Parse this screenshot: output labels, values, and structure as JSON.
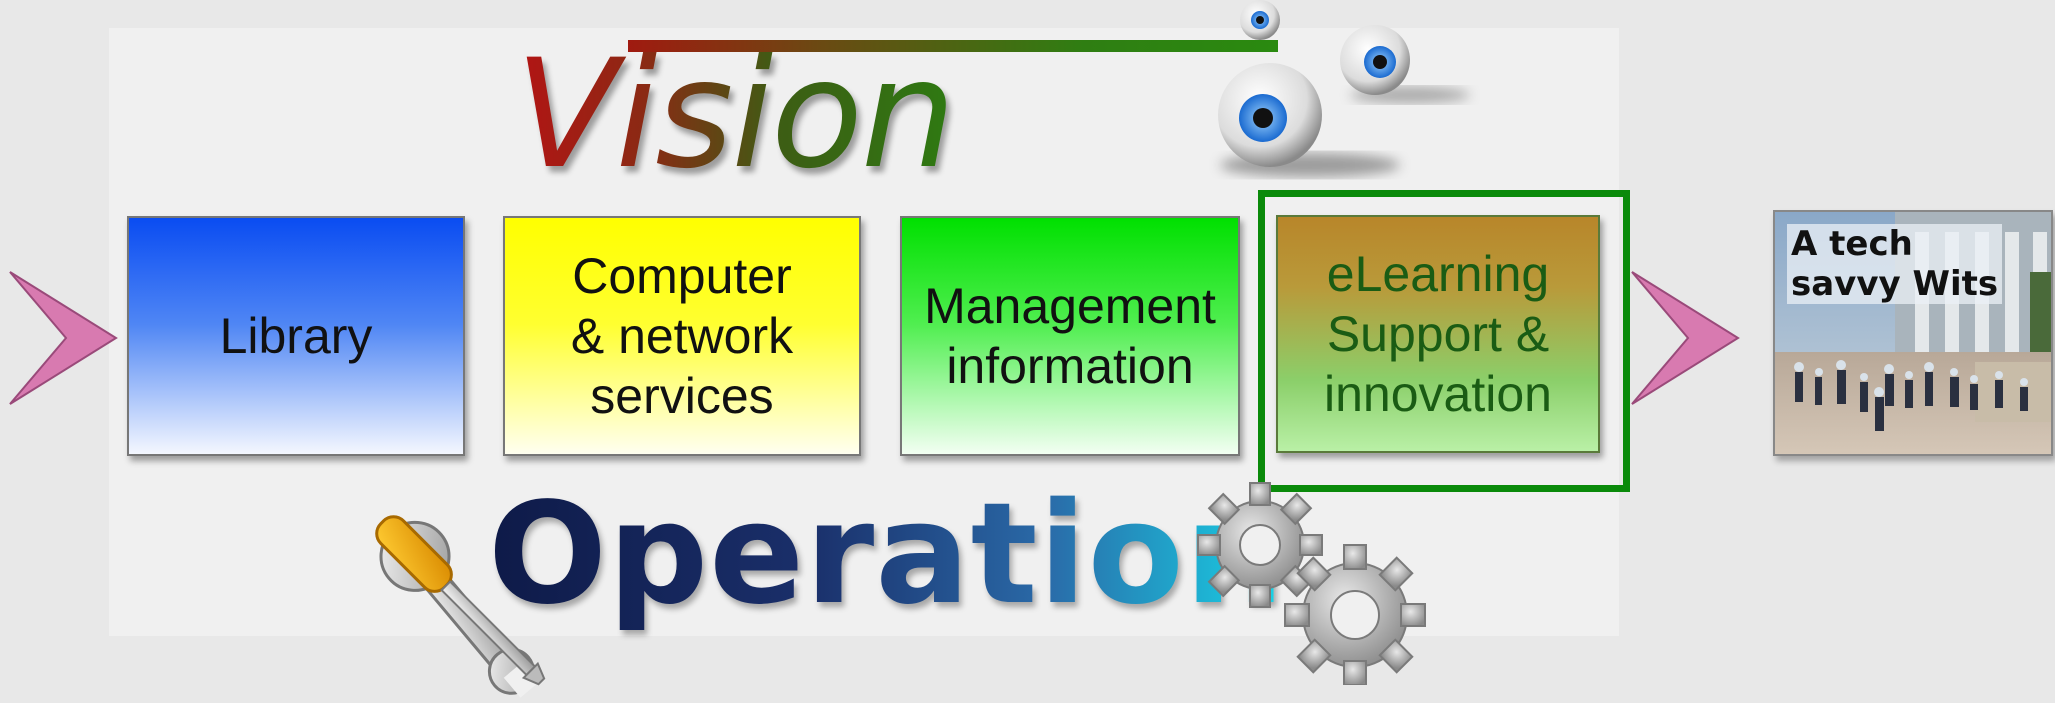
{
  "vision": {
    "title": "Vision"
  },
  "operation": {
    "title": "Operation"
  },
  "boxes": {
    "library": "Library",
    "computer": "Computer\n& network\nservices",
    "management": "Management\ninformation",
    "elearning": "eLearning\nSupport &\ninnovation"
  },
  "photo": {
    "caption": "A tech\nsavvy Wits"
  },
  "icons": {
    "eyes": "eyeballs-icon",
    "tools": "wrench-screwdriver-icon",
    "gears": "gears-icon",
    "arrow": "chevron-arrow-icon"
  },
  "colors": {
    "library": "#0a4cf2",
    "computer": "#ffff00",
    "management": "#00e000",
    "elearning": "#b8862a",
    "highlight": "#0a8a0a",
    "arrow": "#d87ab0"
  }
}
